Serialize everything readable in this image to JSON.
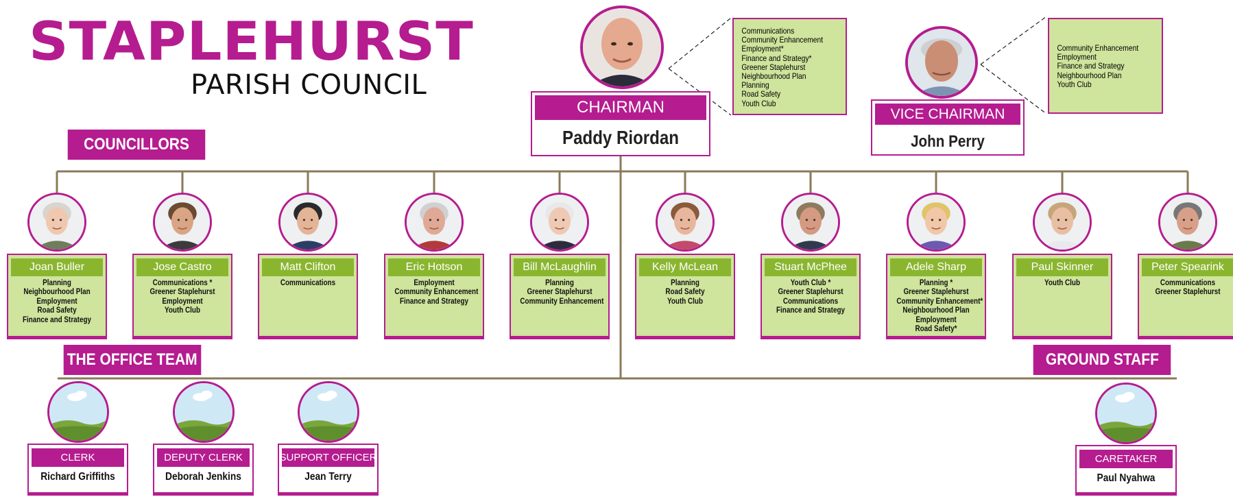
{
  "colors": {
    "brand": "#b51c8f",
    "card_fill": "#cfe49c",
    "name_bar": "#8ab62f",
    "connector": "#8a7a58",
    "sky": "#cfe8f6",
    "grass": "#7aa63c"
  },
  "logo": {
    "title": "STAPLEHURST",
    "subtitle": "PARISH COUNCIL"
  },
  "sections": {
    "councillors": "COUNCILLORS",
    "office_team": "THE OFFICE TEAM",
    "ground_staff": "GROUND STAFF"
  },
  "chairman": {
    "title": "CHAIRMAN",
    "name": "Paddy Riordan",
    "portrait": "bald-man-portrait",
    "roles": [
      "Communications",
      "Community Enhancement",
      "Employment*",
      "Finance and Strategy*",
      "Greener Staplehurst",
      "Neighbourhood Plan",
      "Planning",
      "Road Safety",
      "Youth Club"
    ]
  },
  "vice_chairman": {
    "title": "VICE CHAIRMAN",
    "name": "John Perry",
    "portrait": "grey-haired-man-portrait",
    "roles": [
      "Community Enhancement",
      "Employment",
      "Finance and Strategy",
      "Neighbourhood Plan",
      "Youth Club"
    ]
  },
  "councillors": [
    {
      "name": "Joan Buller",
      "roles": [
        "Planning",
        "Neighbourhood Plan",
        "Employment",
        "Road Safety",
        "Finance and Strategy"
      ]
    },
    {
      "name": "Jose Castro",
      "roles": [
        "Communications *",
        "Greener Staplehurst",
        "Employment",
        "Youth Club"
      ]
    },
    {
      "name": "Matt Clifton",
      "roles": [
        "Communications"
      ]
    },
    {
      "name": "Eric Hotson",
      "roles": [
        "Employment",
        "Community Enhancement",
        "Finance and Strategy"
      ]
    },
    {
      "name": "Bill McLaughlin",
      "roles": [
        "Planning",
        "Greener Staplehurst",
        "Community Enhancement"
      ]
    },
    {
      "name": "Kelly McLean",
      "roles": [
        "Planning",
        "Road Safety",
        "Youth Club"
      ]
    },
    {
      "name": "Stuart McPhee",
      "roles": [
        "Youth Club *",
        "Greener Staplehurst",
        "Communications",
        "Finance and Strategy"
      ]
    },
    {
      "name": "Adele Sharp",
      "roles": [
        "Planning *",
        "Greener Staplehurst",
        "Community Enhancement*",
        "Neighbourhood Plan",
        "Employment",
        "Road Safety*"
      ]
    },
    {
      "name": "Paul Skinner",
      "roles": [
        "Youth Club"
      ]
    },
    {
      "name": "Peter Spearink",
      "roles": [
        "Communications",
        "Greener Staplehurst"
      ]
    }
  ],
  "office_team": [
    {
      "title": "CLERK",
      "name": "Richard Griffiths",
      "portrait": "landscape-placeholder-icon"
    },
    {
      "title": "DEPUTY CLERK",
      "name": "Deborah Jenkins",
      "portrait": "landscape-placeholder-icon"
    },
    {
      "title": "SUPPORT OFFICER",
      "name": "Jean Terry",
      "portrait": "landscape-placeholder-icon"
    }
  ],
  "ground_staff": [
    {
      "title": "CARETAKER",
      "name": "Paul Nyahwa",
      "portrait": "landscape-placeholder-icon"
    }
  ]
}
